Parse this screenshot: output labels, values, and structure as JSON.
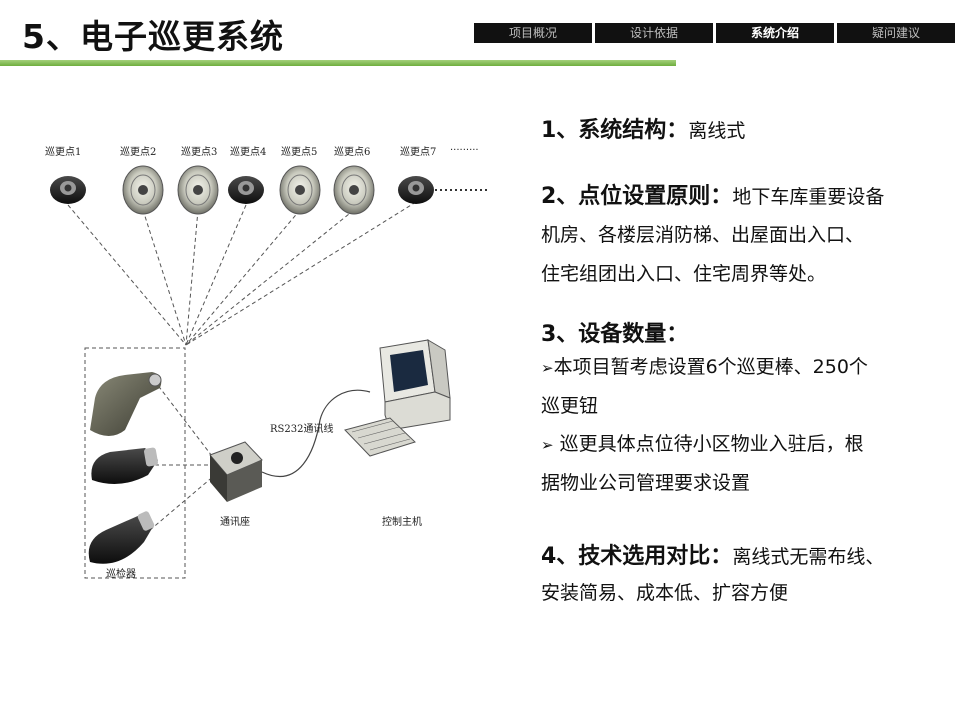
{
  "page": {
    "title": "5、电子巡更系统",
    "nav": [
      {
        "label": "项目概况",
        "active": false
      },
      {
        "label": "设计依据",
        "active": false
      },
      {
        "label": "系统介绍",
        "active": true
      },
      {
        "label": "疑问建议",
        "active": false
      }
    ]
  },
  "diagram": {
    "points": [
      "巡更点1",
      "巡更点2",
      "巡更点3",
      "巡更点4",
      "巡更点5",
      "巡更点6",
      "巡更点7"
    ],
    "more": "·········",
    "comm_line": "RS232通讯线",
    "comm_base": "通讯座",
    "host": "控制主机",
    "reader": "巡检器"
  },
  "content": {
    "s1": {
      "head": "1、系统结构：",
      "text": "离线式"
    },
    "s2": {
      "head": "2、点位设置原则：",
      "text": "地下车库重要设备",
      "line2": "机房、各楼层消防梯、出屋面出入口、",
      "line3": "住宅组团出入口、住宅周界等处。"
    },
    "s3": {
      "head": "3、设备数量：",
      "b1": "本项目暂考虑设置6个巡更棒、250个",
      "b1_line2": "巡更钮",
      "b2": " 巡更具体点位待小区物业入驻后，根",
      "b2_line2": "据物业公司管理要求设置"
    },
    "s4": {
      "head": "4、技术选用对比：",
      "text": "离线式无需布线、",
      "line2": "安装简易、成本低、扩容方便"
    },
    "bullet_glyph": "➢"
  }
}
